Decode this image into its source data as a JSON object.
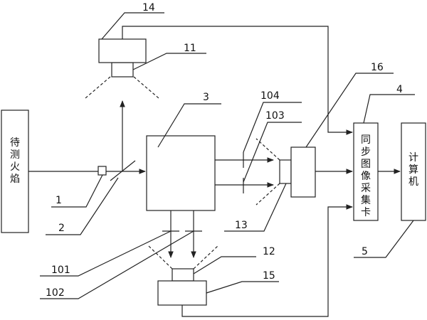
{
  "blocks": {
    "flame": "待测火焰",
    "capture_card": "同步图像采集卡",
    "computer": "计算机"
  },
  "labels": {
    "n1": "1",
    "n2": "2",
    "n3": "3",
    "n4": "4",
    "n5": "5",
    "n11": "11",
    "n12": "12",
    "n13": "13",
    "n14": "14",
    "n15": "15",
    "n16": "16",
    "n101": "101",
    "n102": "102",
    "n103": "103",
    "n104": "104"
  }
}
